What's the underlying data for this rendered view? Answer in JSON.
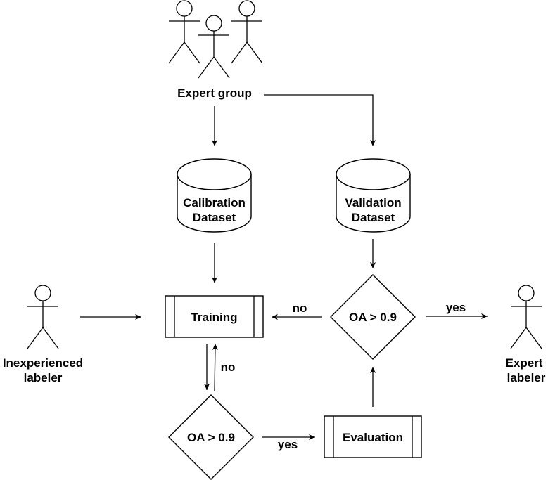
{
  "expert_group": {
    "label": "Expert group"
  },
  "calibration_dataset": {
    "line1": "Calibration",
    "line2": "Dataset"
  },
  "validation_dataset": {
    "line1": "Validation",
    "line2": "Dataset"
  },
  "training": {
    "label": "Training"
  },
  "evaluation": {
    "label": "Evaluation"
  },
  "decision_top": {
    "label": "OA > 0.9"
  },
  "decision_bottom": {
    "label": "OA > 0.9"
  },
  "inexperienced_labeler": {
    "line1": "Inexperienced",
    "line2": "labeler"
  },
  "expert_labeler": {
    "line1": "Expert",
    "line2": "labeler"
  },
  "edge_labels": {
    "top_no": "no",
    "top_yes": "yes",
    "bottom_no": "no",
    "bottom_yes": "yes"
  }
}
